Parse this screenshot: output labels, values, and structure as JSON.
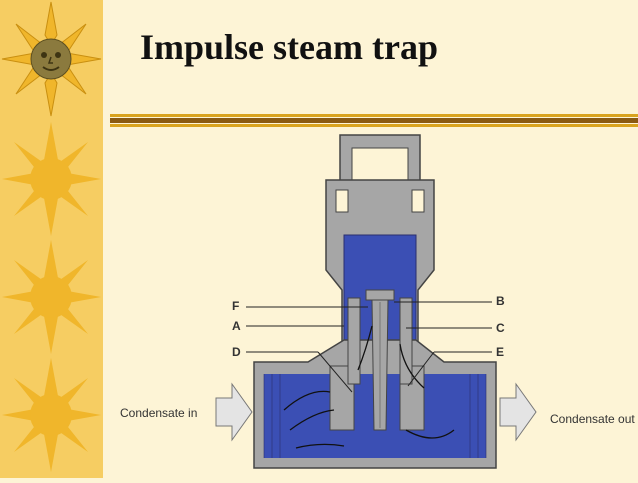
{
  "title": "Impulse steam trap",
  "labels": {
    "F": "F",
    "A": "A",
    "D": "D",
    "B": "B",
    "C": "C",
    "E": "E",
    "inlet": "Condensate in",
    "outlet": "Condensate out"
  },
  "colors": {
    "sidebar": "#f6cd62",
    "background": "#fdf4d6",
    "rule_gold": "#d9a31e",
    "rule_brown": "#8a5a12",
    "sun": "#f0b62b",
    "body_gray": "#a6a6a6",
    "condensate_blue": "#3b4fb4"
  },
  "icons": [
    "sun-face-icon",
    "sun-icon",
    "sun-icon",
    "sun-icon",
    "arrow-in-icon",
    "arrow-out-icon",
    "flow-arrow-icon"
  ]
}
